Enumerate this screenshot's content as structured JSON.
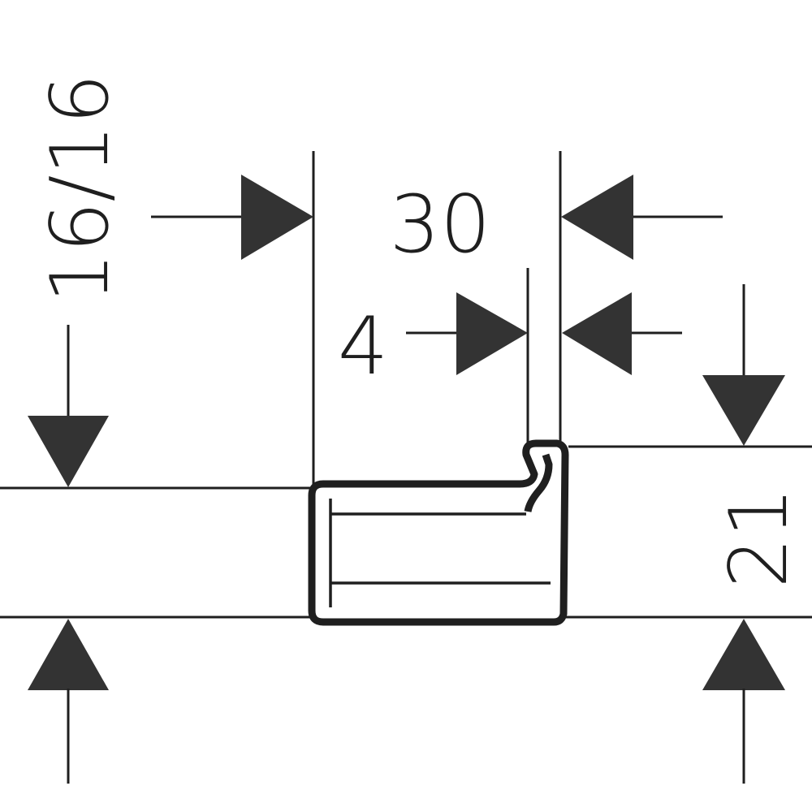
{
  "dimensions": {
    "width_label": "30",
    "gap_label": "4",
    "height_label": "21",
    "fraction_label": "16/16"
  },
  "colors": {
    "line": "#1f1f1f",
    "arrow_fill": "#333333",
    "background": "#ffffff"
  }
}
